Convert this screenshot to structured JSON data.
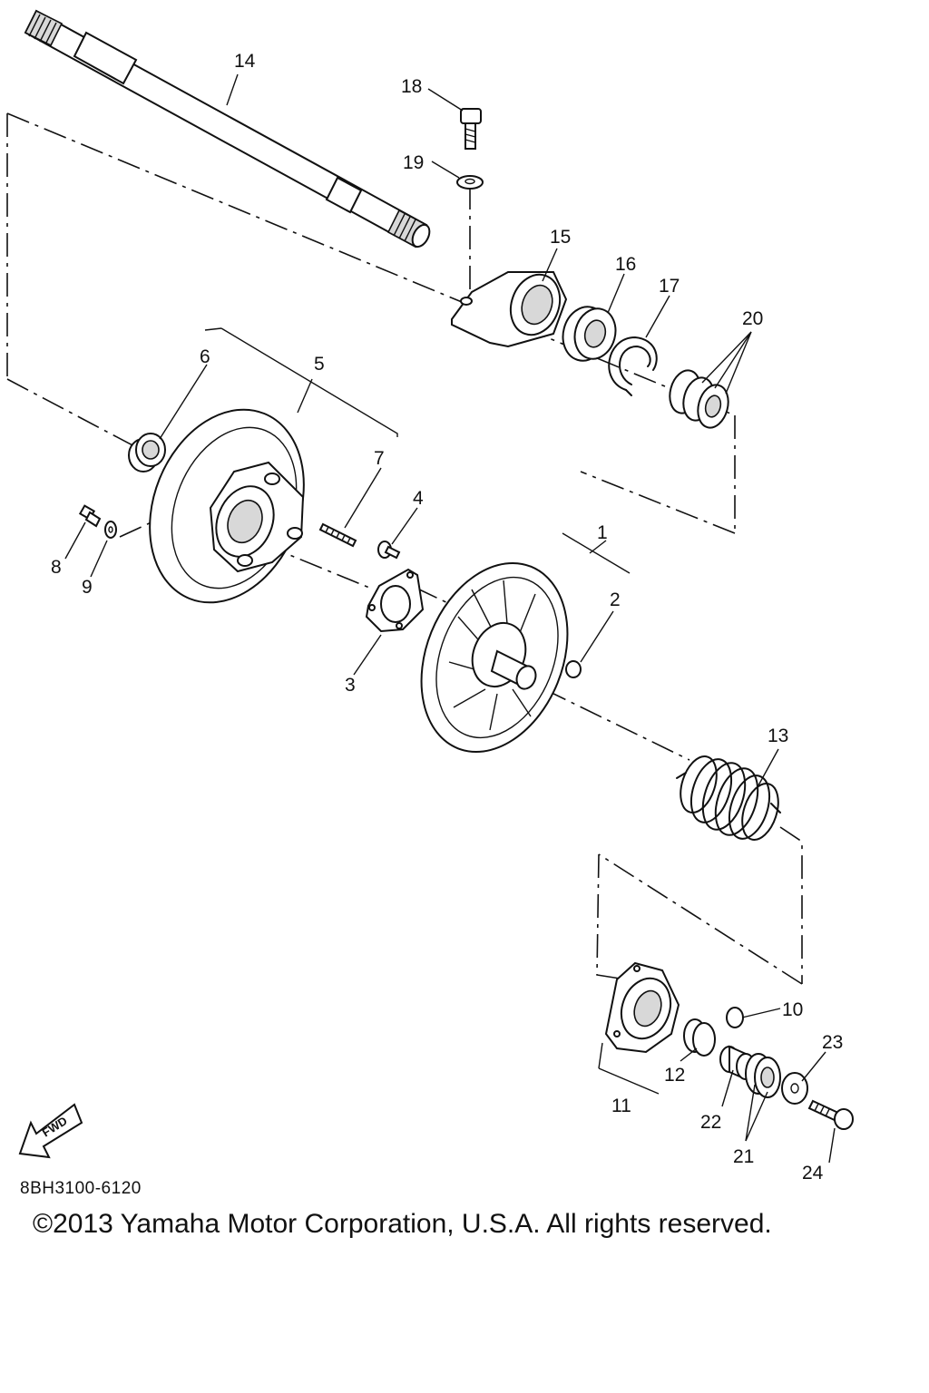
{
  "figure_code": "8BH3100-6120",
  "copyright": "©2013 Yamaha Motor Corporation, U.S.A. All rights reserved.",
  "fwd_label": "FWD",
  "callouts": [
    "1",
    "2",
    "3",
    "4",
    "5",
    "6",
    "7",
    "8",
    "9",
    "10",
    "11",
    "12",
    "13",
    "14",
    "15",
    "16",
    "17",
    "18",
    "19",
    "20",
    "21",
    "22",
    "23",
    "24"
  ]
}
